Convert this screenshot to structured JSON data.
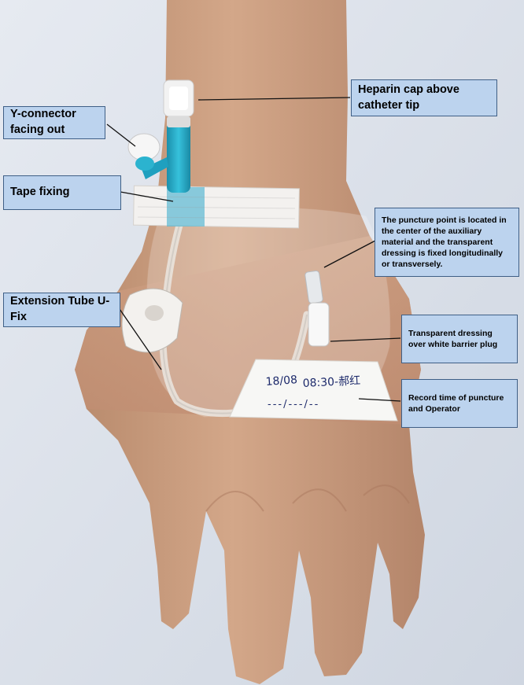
{
  "callouts": {
    "heparin_cap": "Heparin cap above catheter tip",
    "y_connector": "Y-connector facing out",
    "tape_fixing": "Tape fixing",
    "puncture_point": "The puncture point is located in the center of the auxiliary material and the transparent dressing is fixed longitudinally or transversely.",
    "extension_tube": "Extension Tube U-Fix",
    "transparent_dressing": "Transparent dressing over white barrier plug",
    "record_time": "Record time of puncture and Operator"
  },
  "handwriting": {
    "date": "18/08",
    "time_signature": "08:30-郝红",
    "operator_mark": "---/---/--"
  },
  "colors": {
    "background": "#dfe4ec",
    "callout_fill": "#bcd3ee",
    "callout_border": "#3f5f86",
    "skin": "#c99a7c",
    "catheter_blue": "#27a9c6"
  }
}
